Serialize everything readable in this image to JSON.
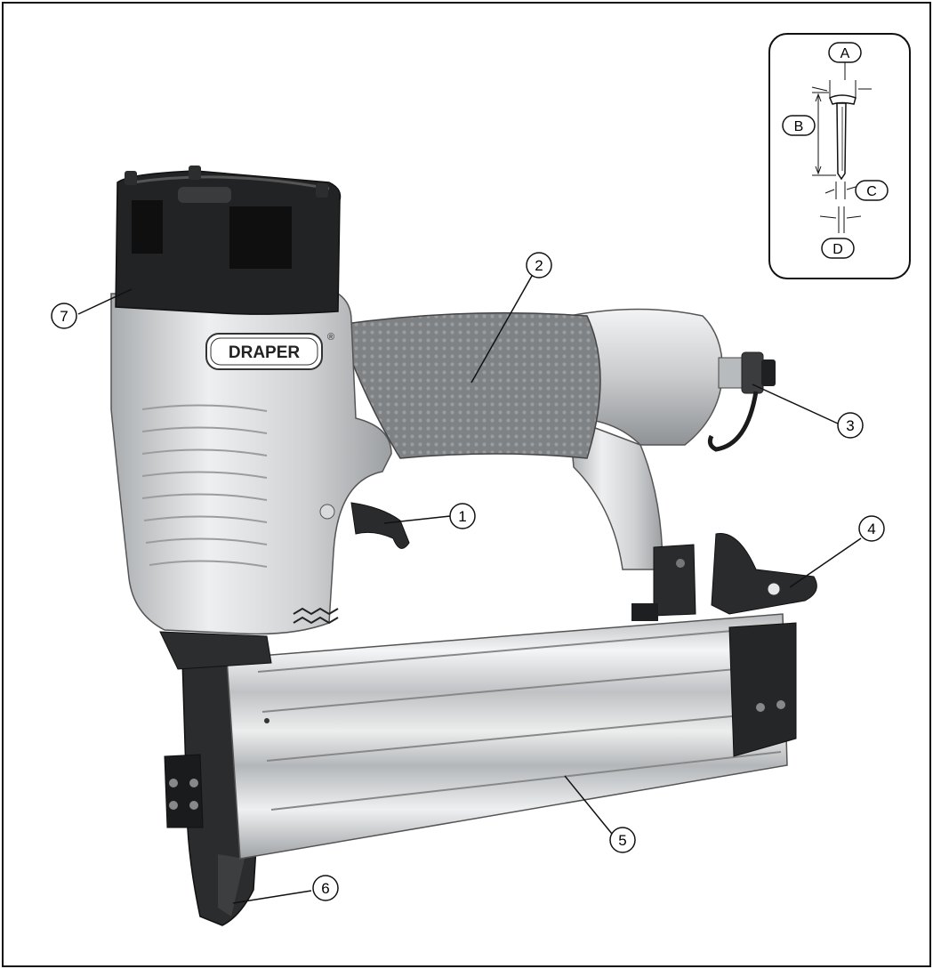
{
  "brand": {
    "logo_text": "DRAPER",
    "registered_mark": "®"
  },
  "callouts": {
    "c1": "1",
    "c2": "2",
    "c3": "3",
    "c4": "4",
    "c5": "5",
    "c6": "6",
    "c7": "7"
  },
  "nail_inset": {
    "label_a": "A",
    "label_b": "B",
    "label_c": "C",
    "label_d": "D"
  },
  "colors": {
    "line": "#111111",
    "body_silver": "#cfd1d3",
    "grip_grey": "#7c7f82",
    "cap_black": "#1e1f20",
    "magazine": "#dadcde"
  },
  "icons": [
    "nail-icon",
    "callout-circle-icon"
  ]
}
